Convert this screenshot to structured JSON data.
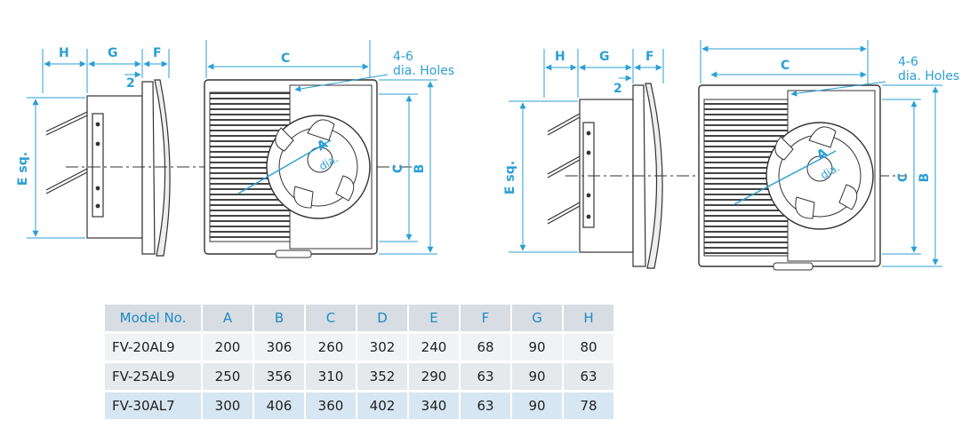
{
  "diagrams": [
    {
      "labels": {
        "H": "H",
        "G": "G",
        "F": "F",
        "two": "2",
        "C": "C",
        "holes_line1": "4-6",
        "holes_line2": "dia. Holes",
        "E": "E  sq.",
        "A": "A",
        "dia": "dia.",
        "C_side": "C",
        "B": "B"
      }
    },
    {
      "labels": {
        "H": "H",
        "G": "G",
        "F": "F",
        "two": "2",
        "C": "C",
        "holes_line1": "4-6",
        "holes_line2": "dia. Holes",
        "E": "E  sq.",
        "A": "A",
        "dia": "dia.",
        "C_side": "C",
        "B": "B"
      }
    }
  ],
  "table": {
    "headers": [
      "Model No.",
      "A",
      "B",
      "C",
      "D",
      "E",
      "F",
      "G",
      "H"
    ],
    "rows": [
      [
        "FV-20AL9",
        "200",
        "306",
        "260",
        "302",
        "240",
        "68",
        "90",
        "80"
      ],
      [
        "FV-25AL9",
        "250",
        "356",
        "310",
        "352",
        "290",
        "63",
        "90",
        "63"
      ],
      [
        "FV-30AL7",
        "300",
        "406",
        "360",
        "402",
        "340",
        "63",
        "90",
        "78"
      ]
    ]
  },
  "colors": {
    "dimension": "#2a9fd6",
    "header_bg": "#d8dde3",
    "header_text": "#1d8cc4",
    "highlight_row": "#d6e6f3"
  }
}
